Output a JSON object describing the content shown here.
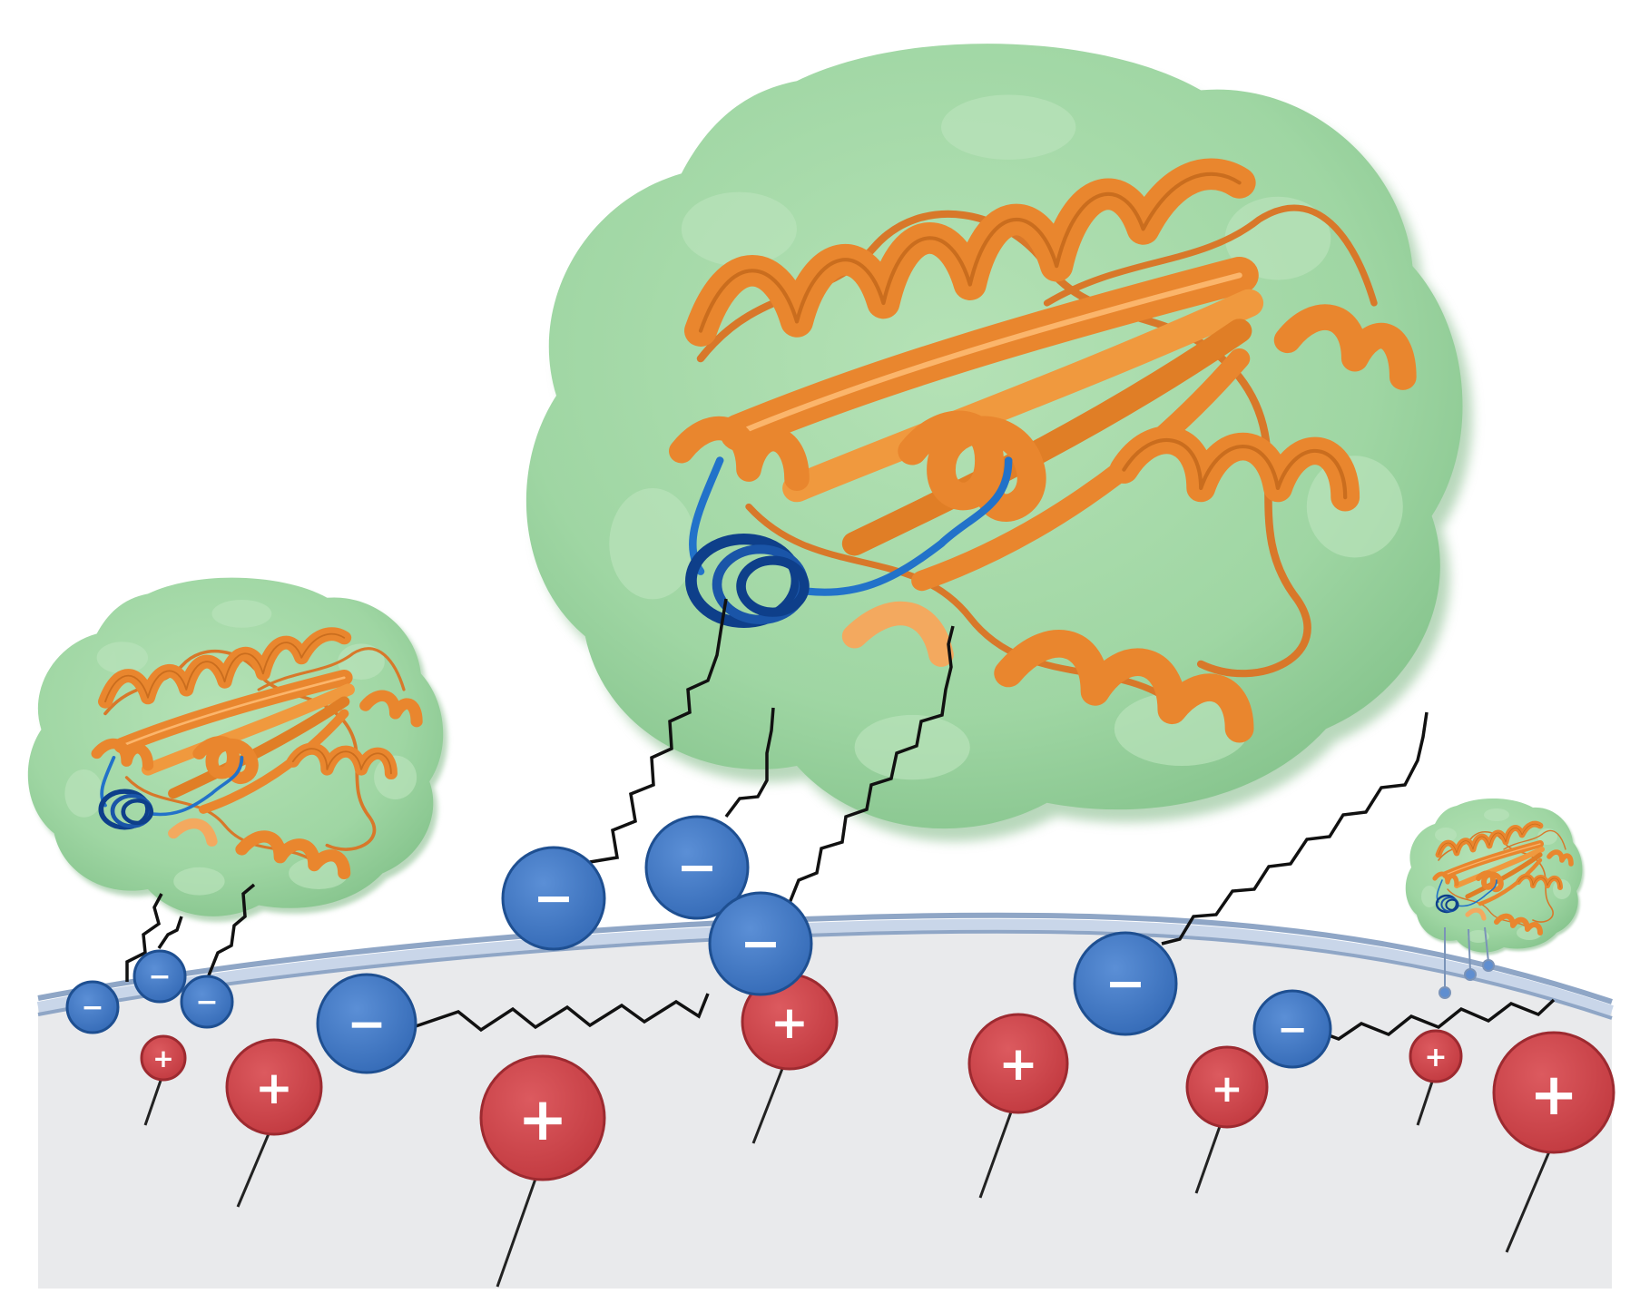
{
  "labels": {
    "minus_sign": "−",
    "plus_sign": "+"
  },
  "colors": {
    "background": "#ffffff",
    "cell_interior": "#e9eaec",
    "membrane_outer": "#8fa6c6",
    "membrane_inner": "#c9d6e9",
    "protein_surface": "#9fd6a3",
    "protein_surface_shade": "#7fc38a",
    "ribbon": "#e9862e",
    "ribbon_dark": "#b65e14",
    "ribbon_light": "#f3a95f",
    "anchor_helix": "#0e3f8a",
    "anchor_link": "#2272c9",
    "anionic_lipid_head": "#3f76c0",
    "anionic_lipid_edge": "#1e4f91",
    "cationic_head": "#cc4248",
    "cationic_edge": "#9d2a30",
    "lipid_tail": "#111111"
  },
  "icons": {
    "protein": "globular-protein-surface-with-ribbon",
    "anionic_lipid": "negative-charge-headgroup-with-acyl-chain",
    "cationic_head": "positive-charge-headgroup"
  }
}
